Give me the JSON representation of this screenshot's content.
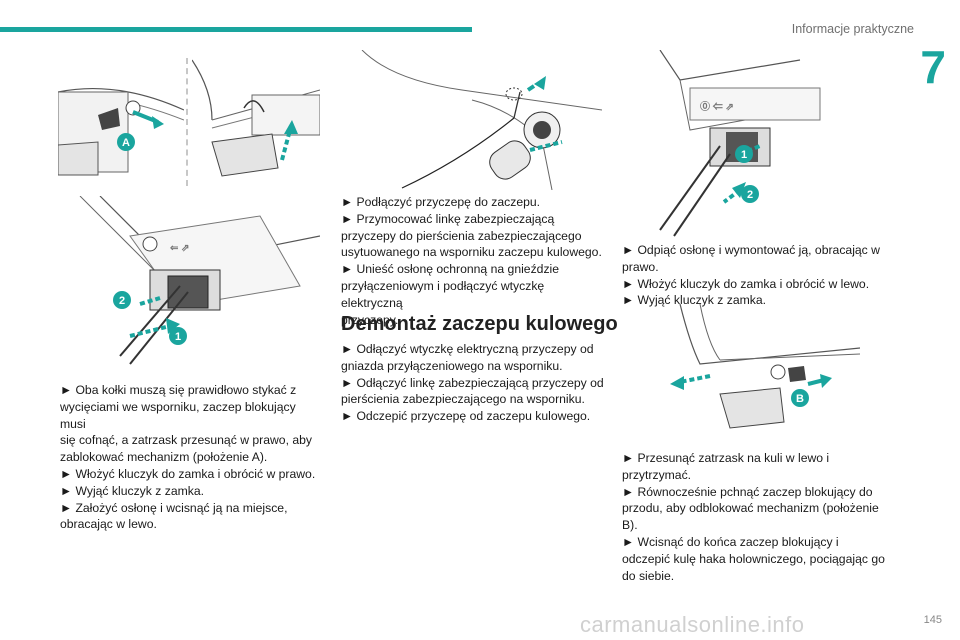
{
  "header": {
    "section_title": "Informacje praktyczne",
    "chapter_number": "7"
  },
  "figures": {
    "callout_A": "A",
    "callout_B": "B",
    "callout_1": "1",
    "callout_2": "2"
  },
  "column1": {
    "lines": [
      "► Oba kołki muszą się prawidłowo stykać z",
      "wycięciami we wsporniku, zaczep blokujący musi",
      "się cofnąć, a zatrzask przesunąć w prawo, aby",
      "zablokować mechanizm (położenie A).",
      "► Włożyć kluczyk do zamka i obrócić w prawo.",
      "► Wyjąć kluczyk z zamka.",
      "► Założyć osłonę i wcisnąć ją na miejsce,",
      "obracając w lewo."
    ]
  },
  "column2": {
    "lines_top": [
      "► Podłączyć przyczepę do zaczepu.",
      "► Przymocować linkę zabezpieczającą",
      "przyczepy do pierścienia zabezpieczającego",
      "usytuowanego na wsporniku zaczepu kulowego.",
      "► Unieść osłonę ochronną na gnieździe",
      "przyłączeniowym i podłączyć wtyczkę elektryczną",
      "przyczepy."
    ],
    "heading": "Demontaż zaczepu kulowego",
    "lines_bottom": [
      "► Odłączyć wtyczkę elektryczną przyczepy od",
      "gniazda przyłączeniowego na wsporniku.",
      "► Odłączyć linkę zabezpieczającą przyczepy od",
      "pierścienia zabezpieczającego na wsporniku.",
      "► Odczepić przyczepę od zaczepu kulowego."
    ]
  },
  "column3": {
    "lines_top": [
      "► Odpiąć osłonę i wymontować ją, obracając w",
      "prawo.",
      "► Włożyć kluczyk do zamka i obrócić w lewo.",
      "► Wyjąć kluczyk z zamka."
    ],
    "lines_bottom": [
      "► Przesunąć zatrzask na kuli w lewo i",
      "przytrzymać.",
      "► Równocześnie pchnąć zaczep blokujący do",
      "przodu, aby odblokować mechanizm (położenie",
      "B).",
      "► Wcisnąć do końca zaczep blokujący i",
      "odczepić kulę haka holowniczego, pociągając go",
      "do siebie."
    ]
  },
  "footer": {
    "page_number": "145",
    "watermark": "carmanualsonline.info"
  },
  "colors": {
    "accent": "#1aa59e",
    "text": "#1a1a1a"
  }
}
